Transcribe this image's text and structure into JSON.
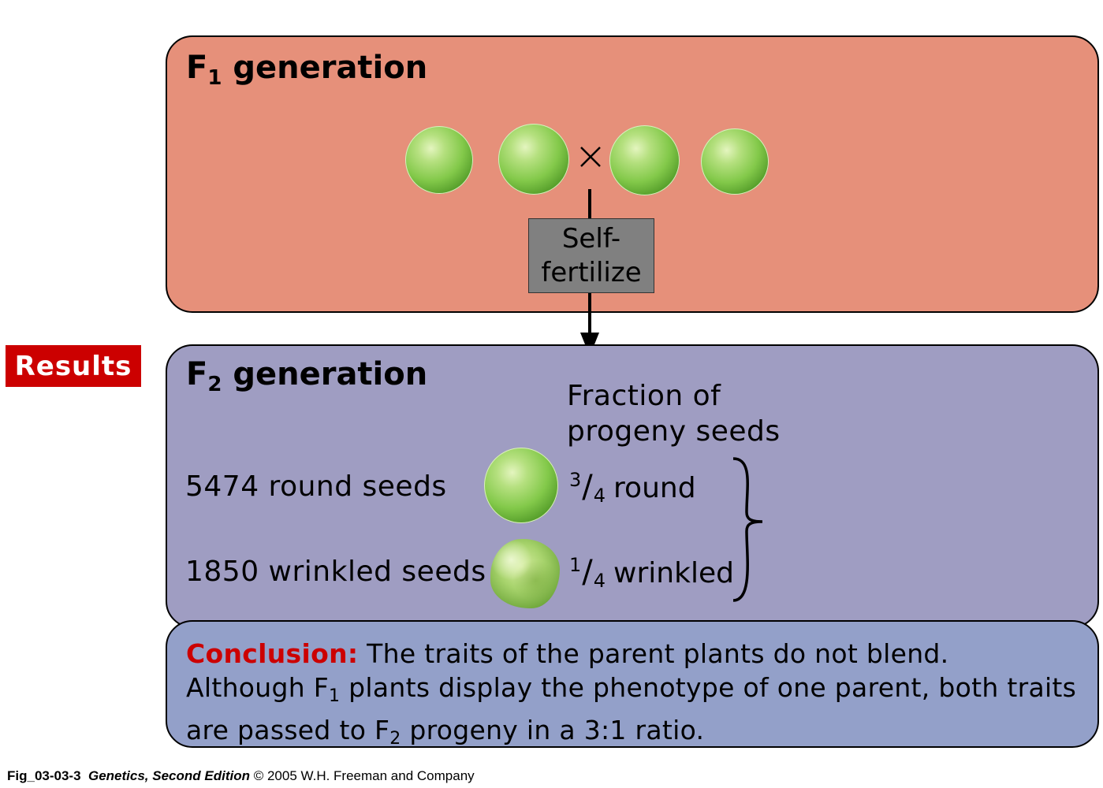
{
  "f1": {
    "title": "F",
    "subscript": "1",
    "title_rest": " generation",
    "cross_symbol": "×",
    "self_fertilize": [
      "Self-",
      "fertilize"
    ]
  },
  "results_label": "Results",
  "f2": {
    "title": "F",
    "subscript": "2",
    "title_rest": " generation",
    "fraction_header": [
      "Fraction of",
      "progeny seeds"
    ],
    "round": {
      "count_label": "5474 round seeds",
      "numerator": "3",
      "denominator": "4",
      "label": "round"
    },
    "wrinkled": {
      "count_label": "1850 wrinkled seeds",
      "numerator": "1",
      "denominator": "4",
      "label": "wrinkled"
    }
  },
  "conclusion": {
    "label": "Conclusion:",
    "line1": " The traits of the parent plants do not blend.",
    "line2a": "Although F",
    "line2_sub": "1",
    "line2b": " plants display the phenotype of one parent, both traits",
    "line3a": "are passed to F",
    "line3_sub": "2",
    "line3b": " progeny in a 3:1 ratio."
  },
  "caption": {
    "fig_id": "Fig_03-03-3",
    "book": "Genetics, Second Edition",
    "copyright": " © 2005 W.H. Freeman and Company"
  },
  "colors": {
    "f1_panel": "#e6907a",
    "f2_panel": "#9f9dc2",
    "conclusion_panel": "#93a0c9",
    "accent_red": "#cc0000",
    "box_gray": "#808080"
  }
}
